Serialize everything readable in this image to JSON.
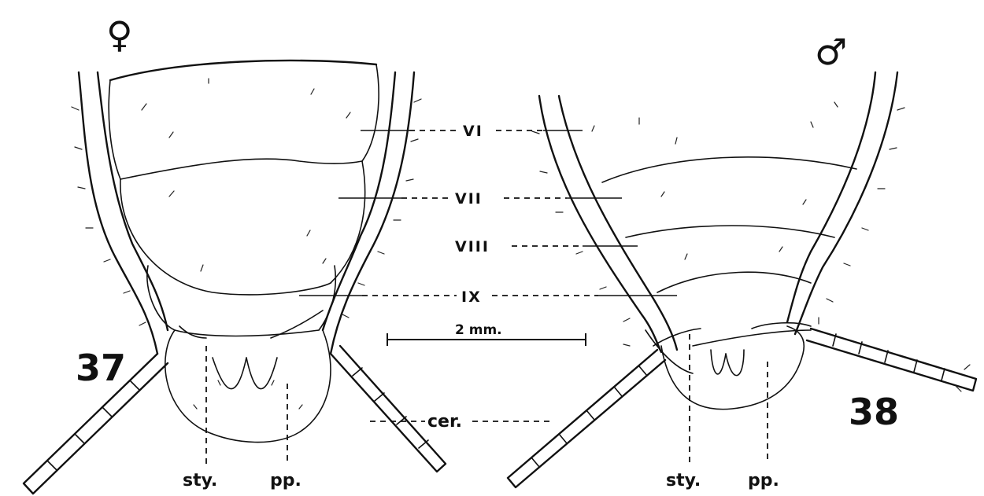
{
  "figure": {
    "symbols": {
      "female": "♀",
      "male": "♂"
    },
    "numbers": {
      "fig37": "37",
      "fig38": "38"
    },
    "segments": {
      "vi": "VI",
      "vii": "VII",
      "viii": "VIII",
      "ix": "IX"
    },
    "scale": {
      "label": "2 mm."
    },
    "labels": {
      "cercus": "cer.",
      "sty_left": "sty.",
      "pp_left": "pp.",
      "sty_right": "sty.",
      "pp_right": "pp."
    }
  }
}
